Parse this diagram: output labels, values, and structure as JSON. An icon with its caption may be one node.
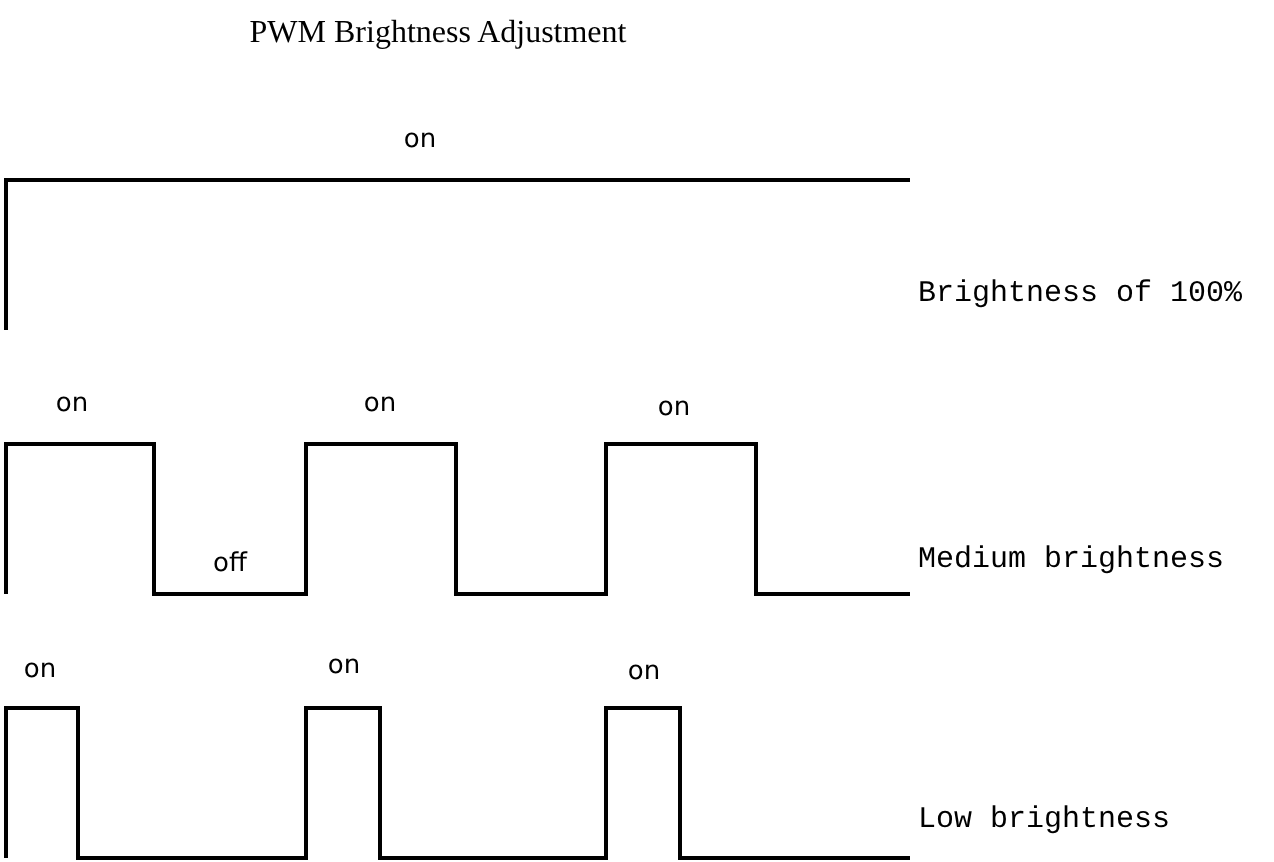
{
  "diagram": {
    "title": "PWM Brightness Adjustment",
    "labels": [
      "on",
      "Brightness of 100%",
      "on",
      "on",
      "on",
      "off",
      "Medium brightness",
      "on",
      "on",
      "on",
      "Low brightness"
    ]
  }
}
